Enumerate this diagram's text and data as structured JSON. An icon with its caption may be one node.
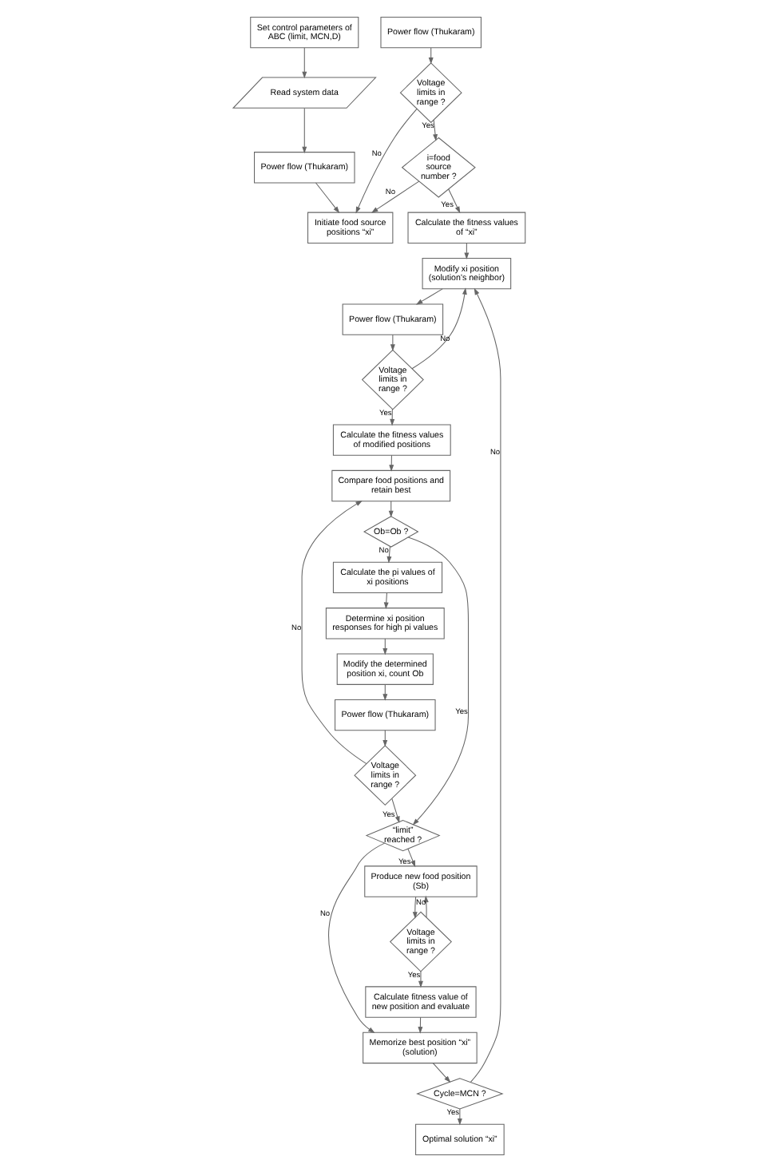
{
  "diagram": {
    "nodes": [
      {
        "text": [
          "Set control parameters of ABC (limit, MCN,D)"
        ]
      },
      {
        "text": [
          "Read system data"
        ]
      },
      {
        "text": [
          "Power flow (Thukaram)"
        ]
      },
      {
        "text": [
          "Initiate food source positions “xi”"
        ]
      },
      {
        "text": [
          "Power flow (Thukaram)"
        ]
      },
      {
        "text": [
          "Voltage limits in range ?"
        ]
      },
      {
        "text": [
          "i=food source number ?"
        ]
      },
      {
        "text": [
          "Calculate the fitness values of “xi”"
        ]
      },
      {
        "text": [
          "Modify xi position (solution’s neighbor)"
        ]
      },
      {
        "text": [
          "Power flow (Thukaram)"
        ]
      },
      {
        "text": [
          "Voltage limits in range ?"
        ]
      },
      {
        "text": [
          "Calculate the fitness values of modified positions"
        ]
      },
      {
        "text": [
          "Compare food positions and retain best"
        ]
      },
      {
        "text": [
          "Ob=Ob ?"
        ]
      },
      {
        "text": [
          "Calculate the pi values of xi positions"
        ]
      },
      {
        "text": [
          "Determine xi position responses for high pi values"
        ]
      },
      {
        "text": [
          "Modify the determined position xi, count Ob"
        ]
      },
      {
        "text": [
          "Power flow (Thukaram)"
        ]
      },
      {
        "text": [
          "Voltage limits in range ?"
        ]
      },
      {
        "text": [
          "“limit” reached ?"
        ]
      },
      {
        "text": [
          "Produce new food position (Sb)"
        ]
      },
      {
        "text": [
          "Voltage limits in range ?"
        ]
      },
      {
        "text": [
          "Calculate fitness value of new position and evaluate"
        ]
      },
      {
        "text": [
          "Memorize best position “xi” (solution)"
        ]
      },
      {
        "text": [
          "Cycle=MCN ?"
        ]
      },
      {
        "text": [
          "Optimal solution “xi”"
        ]
      }
    ],
    "edges": [
      {
        "from": 0,
        "to": 1,
        "arrow": "to"
      },
      {
        "from": 1,
        "to": 2,
        "arrow": "to"
      },
      {
        "from": 2,
        "to": 3,
        "arrow": "to"
      },
      {
        "from": 4,
        "to": 5,
        "arrow": "to"
      },
      {
        "from": 5,
        "to": 3,
        "arrow": "to",
        "label": "No"
      },
      {
        "from": 5,
        "to": 6,
        "arrow": "to",
        "label": "Yes"
      },
      {
        "from": 6,
        "to": 3,
        "arrow": "to",
        "label": "No"
      },
      {
        "from": 6,
        "to": 7,
        "arrow": "to",
        "label": "Yes"
      },
      {
        "from": 7,
        "to": 8,
        "arrow": "to"
      },
      {
        "from": 8,
        "to": 9,
        "arrow": "to"
      },
      {
        "from": 9,
        "to": 10,
        "arrow": "to"
      },
      {
        "from": 10,
        "to": 8,
        "arrow": "to",
        "label": "No"
      },
      {
        "from": 10,
        "to": 11,
        "arrow": "to",
        "label": "Yes"
      },
      {
        "from": 11,
        "to": 12,
        "arrow": "to"
      },
      {
        "from": 12,
        "to": 13,
        "arrow": "to"
      },
      {
        "from": 13,
        "to": 19,
        "arrow": "to",
        "label": "Yes"
      },
      {
        "from": 13,
        "to": 14,
        "arrow": "to",
        "label": "No"
      },
      {
        "from": 14,
        "to": 15,
        "arrow": "to"
      },
      {
        "from": 15,
        "to": 16,
        "arrow": "to"
      },
      {
        "from": 16,
        "to": 17,
        "arrow": "to"
      },
      {
        "from": 17,
        "to": 18,
        "arrow": "to"
      },
      {
        "from": 18,
        "to": 12,
        "arrow": "to",
        "label": "No"
      },
      {
        "from": 18,
        "to": 19,
        "arrow": "to",
        "label": "Yes"
      },
      {
        "from": 19,
        "to": 23,
        "arrow": "to",
        "label": "No"
      },
      {
        "from": 19,
        "to": 20,
        "arrow": "to",
        "label": "Yes"
      },
      {
        "from": 20,
        "to": 21,
        "arrow": "to"
      },
      {
        "from": 21,
        "to": 20,
        "arrow": "to",
        "label": "No"
      },
      {
        "from": 21,
        "to": 22,
        "arrow": "to",
        "label": "Yes"
      },
      {
        "from": 22,
        "to": 23,
        "arrow": "to"
      },
      {
        "from": 23,
        "to": 24,
        "arrow": "to"
      },
      {
        "from": 24,
        "to": 8,
        "arrow": "to",
        "label": "No"
      },
      {
        "from": 24,
        "to": 25,
        "arrow": "to",
        "label": "Yes"
      }
    ]
  }
}
